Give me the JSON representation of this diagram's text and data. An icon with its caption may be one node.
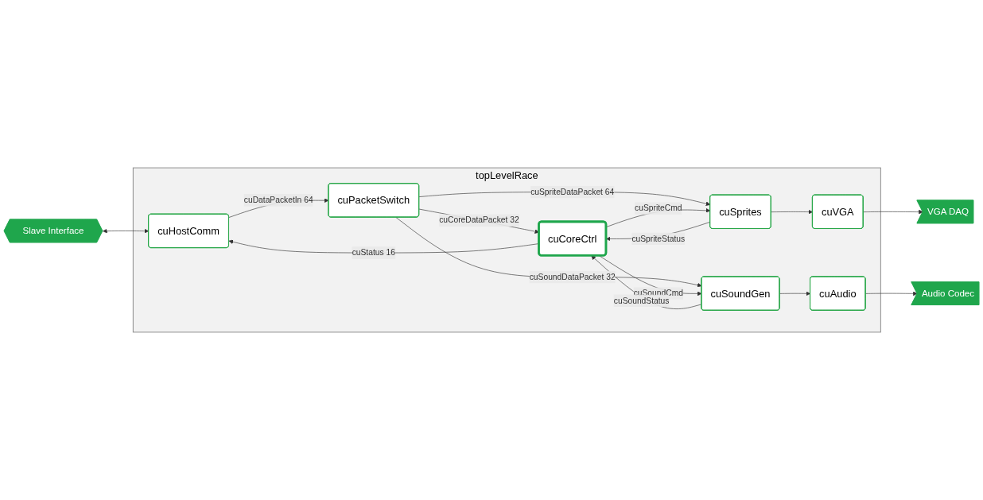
{
  "diagram": {
    "nodes": [
      {
        "text": [
          "topLevelRace"
        ]
      },
      {
        "text": [
          "Slave Interface"
        ]
      },
      {
        "text": [
          "cuHostComm"
        ],
        "in": 0
      },
      {
        "text": [
          "cuCoreCtrl"
        ],
        "in": 0
      },
      {
        "text": [
          "cuVGA"
        ],
        "in": 0
      },
      {
        "text": [
          "VGA DAQ"
        ]
      },
      {
        "text": [
          "cuPacketSwitch"
        ],
        "in": 0
      },
      {
        "text": [
          "cuSprites"
        ],
        "in": 0
      },
      {
        "text": [
          "cuSoundGen"
        ],
        "in": 0
      },
      {
        "text": [
          "cuAudio"
        ],
        "in": 0
      },
      {
        "text": [
          "Audio Codec"
        ]
      }
    ],
    "edges": [
      {
        "from": 1,
        "to": 2,
        "arrow": "both"
      },
      {
        "from": 3,
        "to": 2,
        "arrow": "to",
        "label": "cuStatus 16"
      },
      {
        "from": 2,
        "to": 6,
        "arrow": "to",
        "label": "cuDataPacketIn 64"
      },
      {
        "from": 6,
        "to": 3,
        "arrow": "to",
        "label": "cuCoreDataPacket 32"
      },
      {
        "from": 6,
        "to": 7,
        "arrow": "to",
        "label": "cuSpriteDataPacket 64"
      },
      {
        "from": 6,
        "to": 8,
        "arrow": "to",
        "label": "cuSoundDataPacket 32"
      },
      {
        "from": 7,
        "to": 3,
        "arrow": "to",
        "label": "cuSpriteStatus"
      },
      {
        "from": 3,
        "to": 7,
        "arrow": "to",
        "label": "cuSpriteCmd"
      },
      {
        "from": 3,
        "to": 8,
        "arrow": "to",
        "label": "cuSoundCmd"
      },
      {
        "from": 8,
        "to": 3,
        "arrow": "to",
        "label": "cuSoundStatus"
      },
      {
        "from": 7,
        "to": 4,
        "arrow": "to"
      },
      {
        "from": 8,
        "to": 9,
        "arrow": "to"
      },
      {
        "from": 4,
        "to": 5,
        "arrow": "to"
      },
      {
        "from": 9,
        "to": 10,
        "arrow": "to"
      }
    ]
  }
}
